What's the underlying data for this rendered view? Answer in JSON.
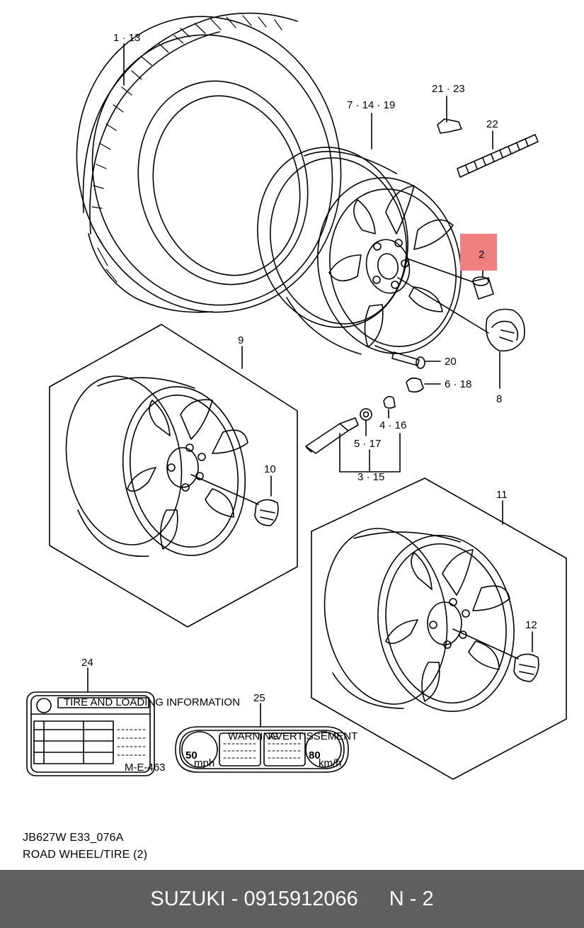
{
  "diagram": {
    "callouts": {
      "c1": "1 · 13",
      "c2": "7 · 14 · 19",
      "c3": "21 · 23",
      "c4": "22",
      "c5": "2",
      "c6": "20",
      "c7": "6 · 18",
      "c8": "8",
      "c9": "9",
      "c10": "10",
      "c11": "4 · 16",
      "c12": "5 · 17",
      "c13": "3 · 15",
      "c14": "11",
      "c15": "12",
      "c16": "24",
      "c17": "25"
    },
    "highlight_color": "#f08080",
    "label_24_text": {
      "title": "TIRE AND LOADING INFORMATION",
      "code": "M-E-463"
    },
    "label_25_text": {
      "left_number": "50",
      "left_unit": "mph",
      "right_number": "80",
      "right_unit": "km/h",
      "left_warning": "WARNING",
      "right_warning": "AVERTISSEMENT"
    },
    "caption": {
      "code": "JB627W E33_076A",
      "title": "ROAD WHEEL/TIRE (2)"
    }
  },
  "footer": {
    "brand_part": "SUZUKI - 0915912066",
    "page": "N - 2"
  }
}
